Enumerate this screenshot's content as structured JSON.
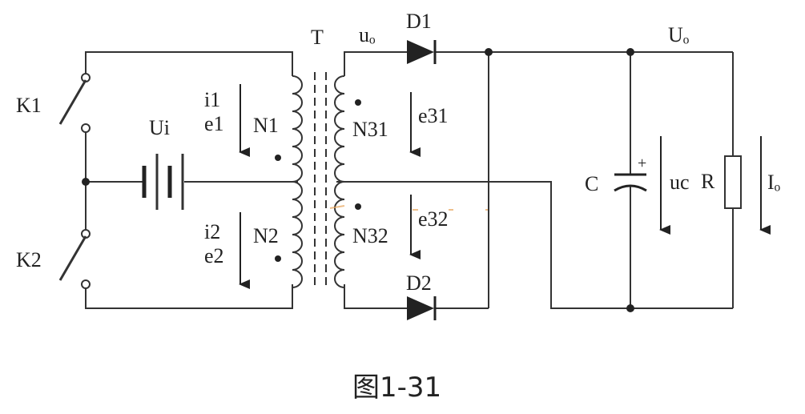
{
  "figure": {
    "caption": "图1-31",
    "labels": {
      "transformer": "T",
      "u_o_small": "uₒ",
      "d1": "D1",
      "d2": "D2",
      "U_o": "Uₒ",
      "k1": "K1",
      "k2": "K2",
      "ui": "Ui",
      "i1": "i1",
      "e1": "e1",
      "n1": "N1",
      "i2": "i2",
      "e2": "e2",
      "n2": "N2",
      "n31": "N31",
      "e31": "e31",
      "n32": "N32",
      "e32": "e32",
      "c": "C",
      "plus": "+",
      "uc": "uc",
      "r": "R",
      "io": "Iₒ"
    }
  }
}
